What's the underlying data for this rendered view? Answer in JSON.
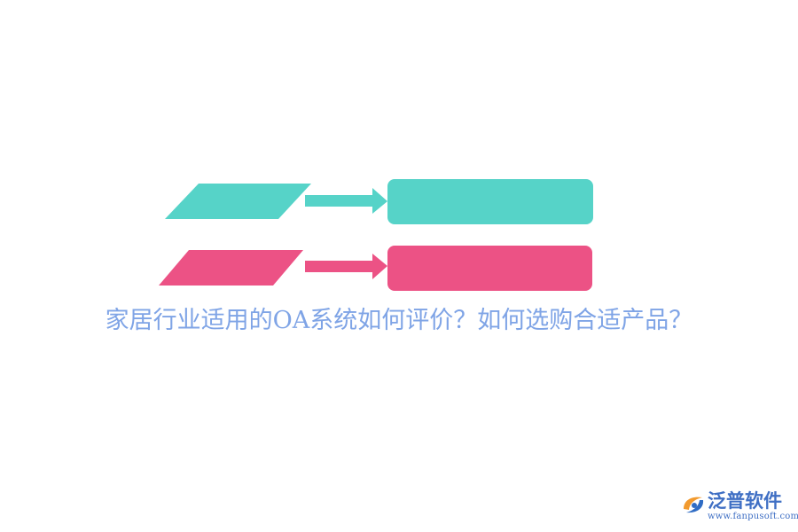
{
  "title": "家居行业适用的OA系统如何评价？如何选购合适产品？",
  "colors": {
    "teal": "#56d3c8",
    "pink": "#ec5285",
    "title": "#7fa4e6",
    "logo_text": "#3f6fc4",
    "logo_orange": "#f29a2e",
    "logo_blue": "#2f6cc4"
  },
  "logo": {
    "name": "泛普软件",
    "url": "www.fanpusoft.com",
    "icon": "fanpu-logo-icon"
  }
}
